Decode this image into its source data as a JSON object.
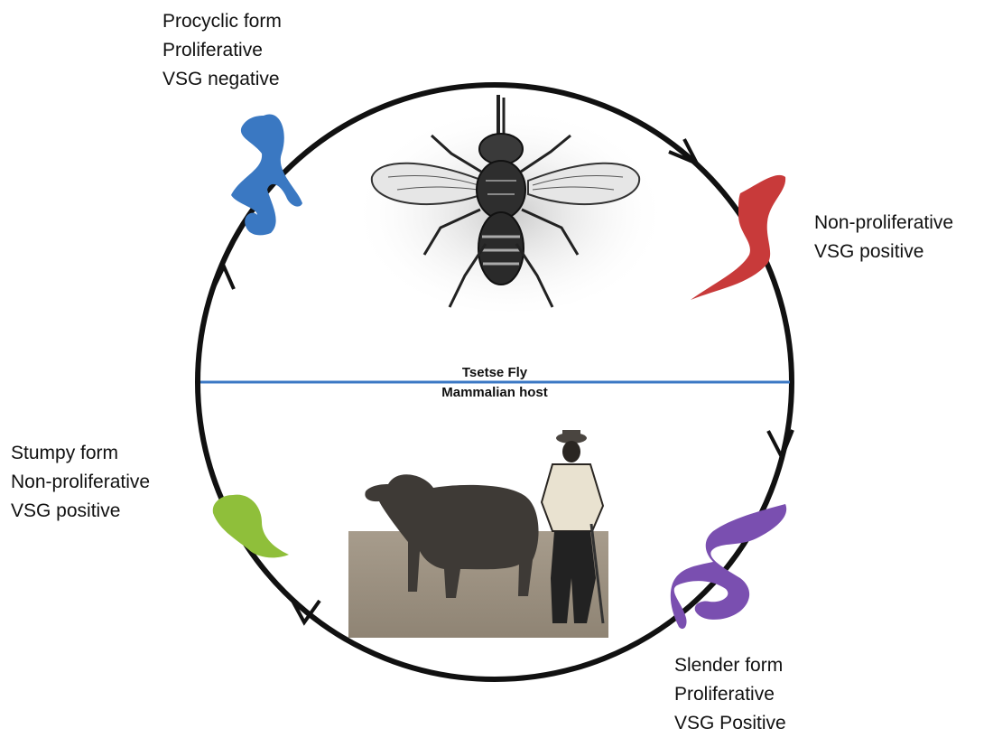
{
  "diagram": {
    "divider_top_label": "Tsetse Fly",
    "divider_bottom_label": "Mammalian host",
    "stages": [
      {
        "id": "procyclic",
        "lines": [
          "Procyclic form",
          "Proliferative",
          "VSG negative"
        ],
        "color": "#3a78c2"
      },
      {
        "id": "metacyclic",
        "lines": [
          "Non-proliferative",
          "VSG positive"
        ],
        "color": "#c83a3a"
      },
      {
        "id": "slender",
        "lines": [
          "Slender form",
          "Proliferative",
          "VSG Positive"
        ],
        "color": "#7a4fb0"
      },
      {
        "id": "stumpy",
        "lines": [
          "Stumpy form",
          "Non-proliferative",
          "VSG positive"
        ],
        "color": "#8fbf3a"
      }
    ],
    "colors": {
      "cycle_circle": "#111111",
      "divider_line": "#3b78c4",
      "fly": "#222222",
      "scene_background": "#9c907f"
    }
  }
}
